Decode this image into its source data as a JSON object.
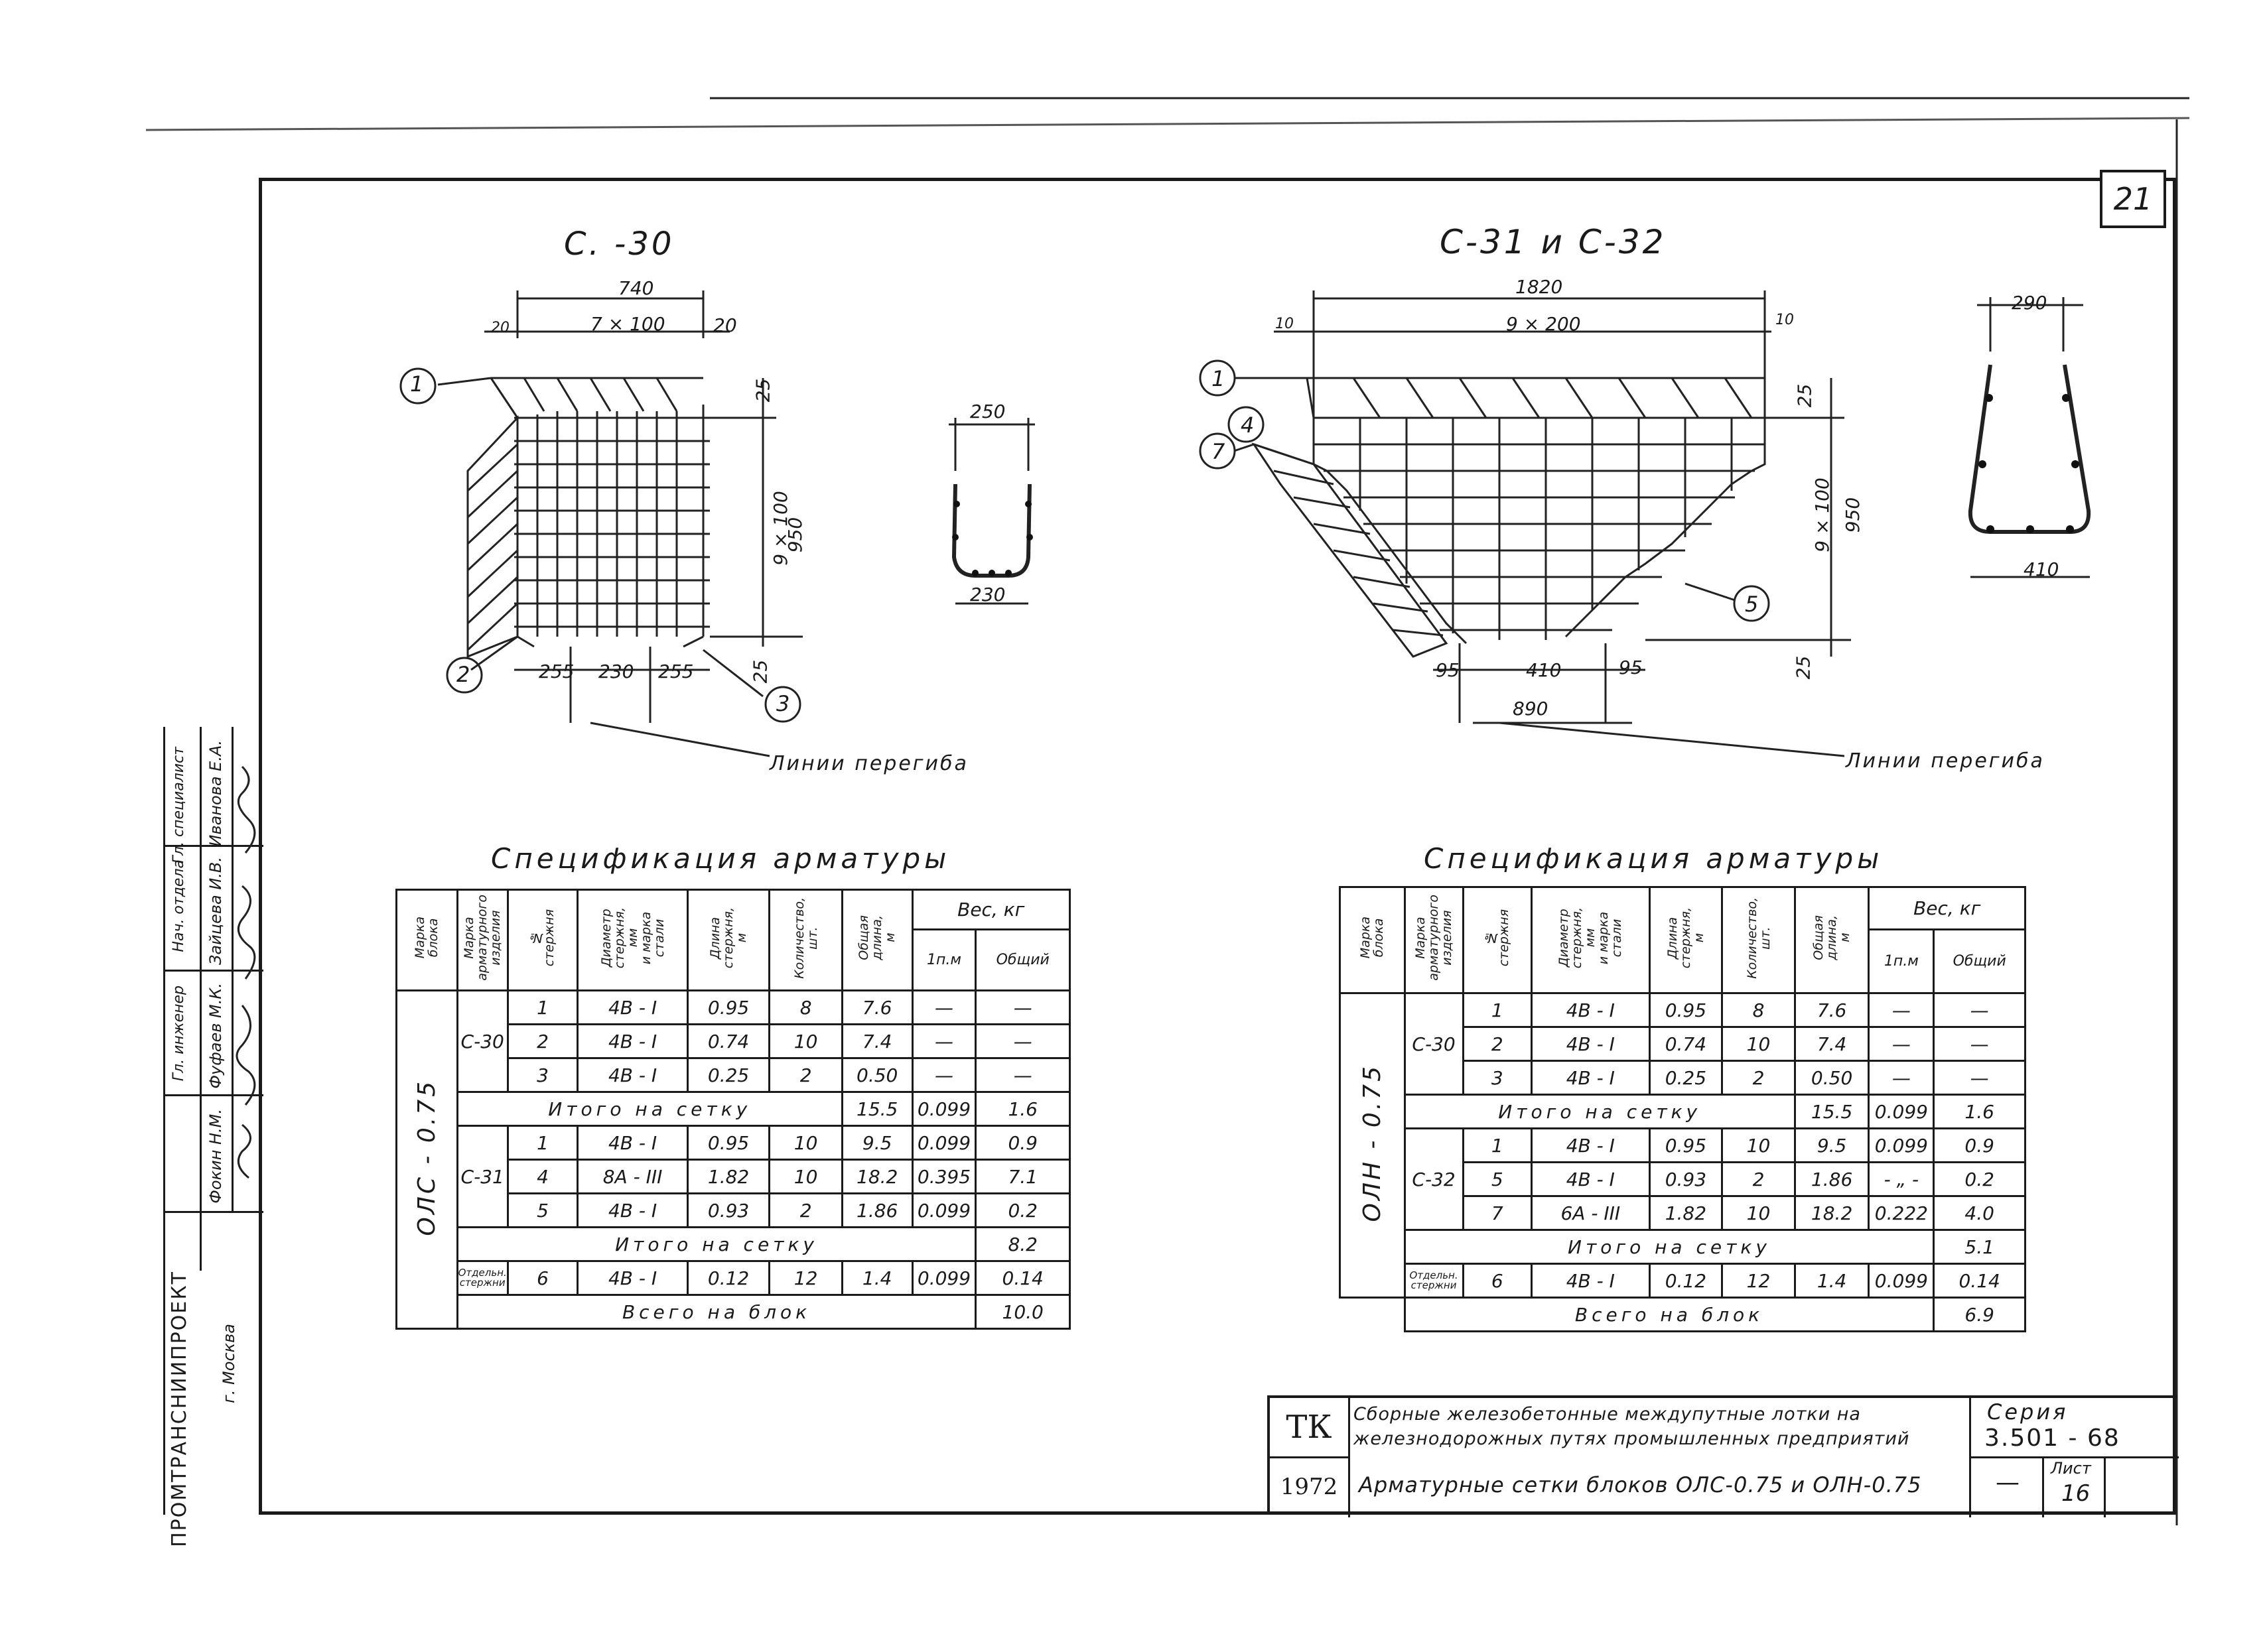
{
  "sheet": {
    "page_number": "21"
  },
  "drawings": {
    "c30": {
      "title": "С. -30",
      "dims": {
        "top_total": "740",
        "top_pitch": "7 × 100",
        "left_margin": "20",
        "right_margin": "20",
        "top_gap": "25",
        "mid_pitch": "9 × 100",
        "height": "950",
        "bottom_gap": "25",
        "bottom_left": "255",
        "bottom_mid": "230",
        "bottom_right": "255"
      },
      "callouts": [
        "1",
        "2",
        "3"
      ],
      "bend_label": "Линии перегиба"
    },
    "c30_section": {
      "top": "250",
      "bottom": "230"
    },
    "c31": {
      "title": "С-31 и С-32",
      "dims": {
        "top_total": "1820",
        "top_pitch": "9 × 200",
        "left_margin": "10",
        "right_margin": "10",
        "top_gap": "25",
        "mid_pitch": "9 × 100",
        "height": "950",
        "bottom_gap": "25",
        "bottom_left": "95",
        "bottom_mid": "410",
        "bottom_right": "95",
        "bottom_total": "890"
      },
      "callouts": [
        "1",
        "4",
        "7",
        "5"
      ],
      "bend_label": "Линии перегиба"
    },
    "c31_section": {
      "top": "290",
      "bottom": "410"
    }
  },
  "spec_left": {
    "title": "Спецификация арматуры",
    "headers": {
      "block": "Марка\nблока",
      "product": "Марка\nарматурного\nизделия",
      "bar_no": "№\nстержня",
      "diameter": "Диаметр\nстержня,\nмм\nи марка\nстали",
      "length": "Длина\nстержня,\nм",
      "qty": "Количество,\nшт.",
      "total_length": "Общая\nдлина,\nм",
      "weight": "Вес, кг",
      "per_m": "1п.м",
      "total": "Общий"
    },
    "block": "ОЛС - 0.75",
    "groups": [
      {
        "product": "С-30",
        "rows": [
          [
            "1",
            "4В - I",
            "0.95",
            "8",
            "7.6",
            "—",
            "—"
          ],
          [
            "2",
            "4В - I",
            "0.74",
            "10",
            "7.4",
            "—",
            "—"
          ],
          [
            "3",
            "4В - I",
            "0.25",
            "2",
            "0.50",
            "—",
            "—"
          ]
        ],
        "subtotal": {
          "label": "Итого на сетку",
          "total_length": "15.5",
          "per_m": "0.099",
          "total": "1.6"
        }
      },
      {
        "product": "С-31",
        "rows": [
          [
            "1",
            "4В - I",
            "0.95",
            "10",
            "9.5",
            "0.099",
            "0.9"
          ],
          [
            "4",
            "8А - III",
            "1.82",
            "10",
            "18.2",
            "0.395",
            "7.1"
          ],
          [
            "5",
            "4В - I",
            "0.93",
            "2",
            "1.86",
            "0.099",
            "0.2"
          ]
        ],
        "subtotal": {
          "label": "Итого на сетку",
          "total": "8.2"
        }
      }
    ],
    "loose": {
      "label": "Отдельн. стержни",
      "row": [
        "6",
        "4В - I",
        "0.12",
        "12",
        "1.4",
        "0.099",
        "0.14"
      ]
    },
    "grand": {
      "label": "Всего на блок",
      "total": "10.0"
    }
  },
  "spec_right": {
    "title": "Спецификация арматуры",
    "headers": {
      "block": "Марка\nблока",
      "product": "Марка\nарматурного\nизделия",
      "bar_no": "№\nстержня",
      "diameter": "Диаметр\nстержня,\nмм\nи марка\nстали",
      "length": "Длина\nстержня,\nм",
      "qty": "Количество,\nшт.",
      "total_length": "Общая\nдлина,\nм",
      "weight": "Вес, кг",
      "per_m": "1п.м",
      "total": "Общий"
    },
    "block": "ОЛН - 0.75",
    "groups": [
      {
        "product": "С-30",
        "rows": [
          [
            "1",
            "4В - I",
            "0.95",
            "8",
            "7.6",
            "—",
            "—"
          ],
          [
            "2",
            "4В - I",
            "0.74",
            "10",
            "7.4",
            "—",
            "—"
          ],
          [
            "3",
            "4В - I",
            "0.25",
            "2",
            "0.50",
            "—",
            "—"
          ]
        ],
        "subtotal": {
          "label": "Итого на сетку",
          "total_length": "15.5",
          "per_m": "0.099",
          "total": "1.6"
        }
      },
      {
        "product": "С-32",
        "rows": [
          [
            "1",
            "4В - I",
            "0.95",
            "10",
            "9.5",
            "0.099",
            "0.9"
          ],
          [
            "5",
            "4В - I",
            "0.93",
            "2",
            "1.86",
            "- „ -",
            "0.2"
          ],
          [
            "7",
            "6А - III",
            "1.82",
            "10",
            "18.2",
            "0.222",
            "4.0"
          ]
        ],
        "subtotal": {
          "label": "Итого на сетку",
          "total": "5.1"
        }
      }
    ],
    "loose": {
      "label": "Отдельн. стержни",
      "row": [
        "6",
        "4В - I",
        "0.12",
        "12",
        "1.4",
        "0.099",
        "0.14"
      ]
    },
    "grand": {
      "label": "Всего на блок",
      "total": "6.9"
    }
  },
  "title_block": {
    "code": "ТК",
    "description": "Сборные железобетонные междупутные лотки на железнодорожных путях промышленных предприятий",
    "series_label": "Серия",
    "series": "3.501 - 68",
    "year": "1972",
    "sheet_title": "Арматурные сетки блоков ОЛС-0.75 и ОЛН-0.75",
    "dash": "—",
    "sheet_label": "Лист",
    "sheet_no": "16"
  },
  "side_stamp": {
    "org": "ПРОМТРАНСНИИПРОЕКТ",
    "city": "г. Москва",
    "roles": [
      "Гл. инженер",
      "Нач. отдела",
      "Гл. специалист"
    ],
    "names": [
      "Фокин Н.М.",
      "Фуфаев М.К.",
      "Зайцева И.В.",
      "Иванова Е.А."
    ]
  }
}
